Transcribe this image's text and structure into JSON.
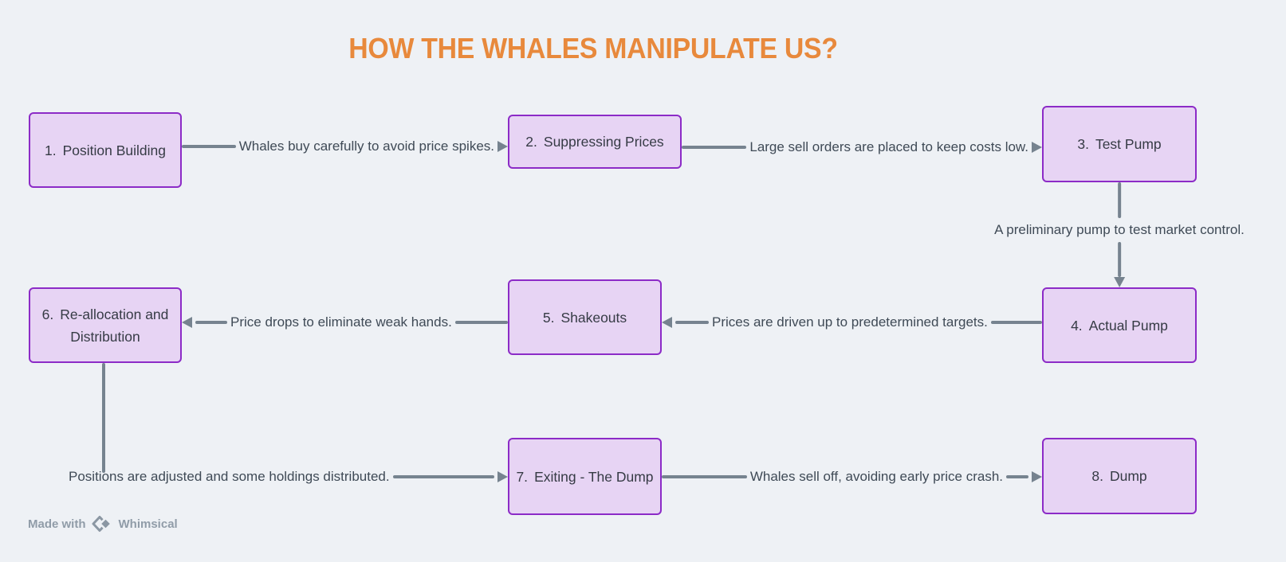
{
  "title": "HOW THE WHALES MANIPULATE US?",
  "colors": {
    "background": "#EEF1F5",
    "title": "#E8893C",
    "node_fill": "#E7D4F4",
    "node_border": "#8C2BC7",
    "node_text": "#363B45",
    "connector": "#76838F",
    "edge_label_text": "#3F4A56",
    "footer_text": "#909CA8"
  },
  "nodes": [
    {
      "num": "1.",
      "label": "Position Building"
    },
    {
      "num": "2.",
      "label": "Suppressing Prices"
    },
    {
      "num": "3.",
      "label": "Test Pump"
    },
    {
      "num": "4.",
      "label": "Actual Pump"
    },
    {
      "num": "5.",
      "label": "Shakeouts"
    },
    {
      "num": "6.",
      "label": "Re-allocation and Distribution"
    },
    {
      "num": "7.",
      "label": "Exiting - The Dump"
    },
    {
      "num": "8.",
      "label": "Dump"
    }
  ],
  "edges": [
    {
      "from": 1,
      "to": 2,
      "label": "Whales buy carefully to avoid price spikes."
    },
    {
      "from": 2,
      "to": 3,
      "label": "Large sell orders are placed to keep costs low."
    },
    {
      "from": 3,
      "to": 4,
      "label": "A preliminary pump to test market control."
    },
    {
      "from": 4,
      "to": 5,
      "label": "Prices are driven up to predetermined targets."
    },
    {
      "from": 5,
      "to": 6,
      "label": "Price drops to eliminate weak hands."
    },
    {
      "from": 6,
      "to": 7,
      "label": "Positions are adjusted and some holdings distributed."
    },
    {
      "from": 7,
      "to": 8,
      "label": "Whales sell off, avoiding early price crash."
    }
  ],
  "footer": {
    "made_with": "Made with",
    "brand": "Whimsical"
  }
}
